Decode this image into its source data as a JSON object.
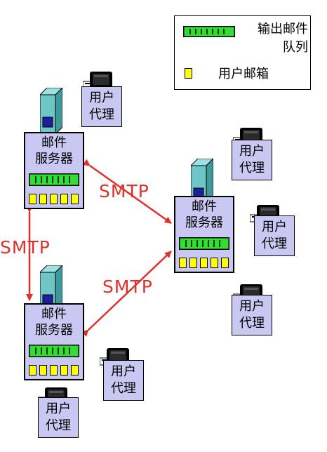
{
  "legend": {
    "outgoing_queue_label": "输出邮件",
    "outgoing_queue_label_2": "队列",
    "user_mailbox_label": "用户邮箱"
  },
  "servers": [
    {
      "label_1": "邮件",
      "label_2": "服务器"
    },
    {
      "label_1": "邮件",
      "label_2": "服务器"
    },
    {
      "label_1": "邮件",
      "label_2": "服务器"
    }
  ],
  "user_agents": [
    {
      "label_1": "用户",
      "label_2": "代理"
    },
    {
      "label_1": "用户",
      "label_2": "代理"
    },
    {
      "label_1": "用户",
      "label_2": "代理"
    },
    {
      "label_1": "用户",
      "label_2": "代理"
    },
    {
      "label_1": "用户",
      "label_2": "代理"
    },
    {
      "label_1": "用户",
      "label_2": "代理"
    }
  ],
  "protocol_labels": [
    "SMTP",
    "SMTP",
    "SMTP"
  ],
  "colors": {
    "box_fill": "#c8c8f2",
    "queue_green": "#33dd33",
    "mailbox_yellow": "#ffff00",
    "arrow_red": "#e0302a",
    "tower_teal": "#6ec6c6"
  }
}
